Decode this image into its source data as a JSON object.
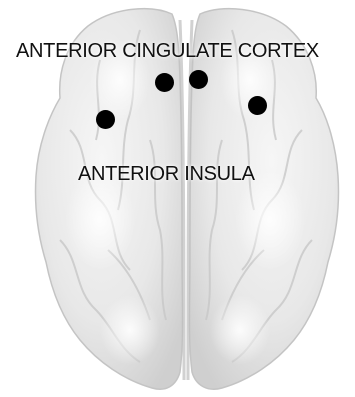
{
  "labels": {
    "anterior_cingulate_cortex": "ANTERIOR CINGULATE CORTEX",
    "anterior_insula": "ANTERIOR INSULA"
  },
  "markers": [
    {
      "region": "anterior_insula",
      "hemisphere": "left"
    },
    {
      "region": "anterior_cingulate_cortex",
      "hemisphere": "left"
    },
    {
      "region": "anterior_cingulate_cortex",
      "hemisphere": "right"
    },
    {
      "region": "anterior_insula",
      "hemisphere": "right"
    }
  ],
  "colors": {
    "marker": "#000000",
    "label_text": "#111111",
    "brain_fill": "#e9e9e9",
    "brain_shadow": "#c9c9c9"
  }
}
